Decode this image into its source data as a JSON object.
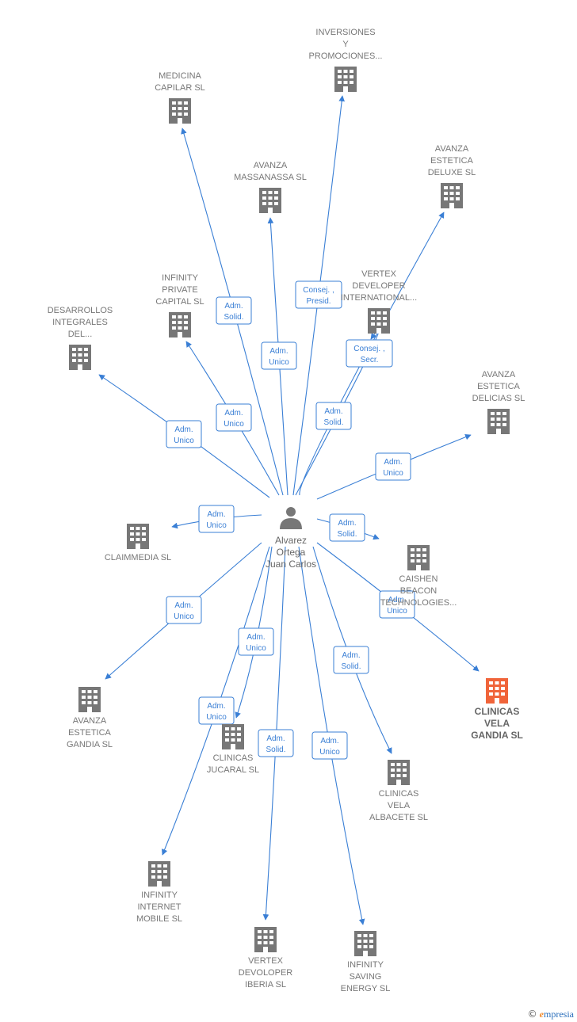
{
  "center": {
    "id": "person",
    "label": [
      "Alvarez",
      "Ortega",
      "Juan Carlos"
    ],
    "icon": "person-icon"
  },
  "nodes": [
    {
      "id": "inversiones",
      "label": [
        "INVERSIONES",
        "Y",
        "PROMOCIONES..."
      ],
      "highlight": false
    },
    {
      "id": "medicina",
      "label": [
        "MEDICINA",
        "CAPILAR  SL"
      ],
      "highlight": false
    },
    {
      "id": "avanza_massanassa",
      "label": [
        "AVANZA",
        "MASSANASSA SL"
      ],
      "highlight": false
    },
    {
      "id": "avanza_deluxe",
      "label": [
        "AVANZA",
        "ESTETICA",
        "DELUXE SL"
      ],
      "highlight": false
    },
    {
      "id": "infinity_private",
      "label": [
        "INFINITY",
        "PRIVATE",
        "CAPITAL  SL"
      ],
      "highlight": false
    },
    {
      "id": "vertex_intl",
      "label": [
        "VERTEX",
        "DEVELOPER",
        "INTERNATIONAL..."
      ],
      "highlight": false
    },
    {
      "id": "desarrollos",
      "label": [
        "DESARROLLOS",
        "INTEGRALES",
        "DEL..."
      ],
      "highlight": false
    },
    {
      "id": "avanza_delicias",
      "label": [
        "AVANZA",
        "ESTETICA",
        "DELICIAS SL"
      ],
      "highlight": false
    },
    {
      "id": "claimmedia",
      "label": [
        "CLAIMMEDIA SL"
      ],
      "highlight": false
    },
    {
      "id": "caishen",
      "label": [
        "CAISHEN",
        "BEACON",
        "TECHNOLOGIES..."
      ],
      "highlight": false
    },
    {
      "id": "avanza_gandia",
      "label": [
        "AVANZA",
        "ESTETICA",
        "GANDIA SL"
      ],
      "highlight": false
    },
    {
      "id": "clinicas_vela_gandia",
      "label": [
        "CLINICAS",
        "VELA",
        "GANDIA  SL"
      ],
      "highlight": true
    },
    {
      "id": "clinicas_jucaral",
      "label": [
        "CLINICAS",
        "JUCARAL  SL"
      ],
      "highlight": false
    },
    {
      "id": "clinicas_vela_albacete",
      "label": [
        "CLINICAS",
        "VELA",
        "ALBACETE  SL"
      ],
      "highlight": false
    },
    {
      "id": "infinity_internet",
      "label": [
        "INFINITY",
        "INTERNET",
        "MOBILE  SL"
      ],
      "highlight": false
    },
    {
      "id": "vertex_iberia",
      "label": [
        "VERTEX",
        "DEVOLOPER",
        "IBERIA  SL"
      ],
      "highlight": false
    },
    {
      "id": "infinity_saving",
      "label": [
        "INFINITY",
        "SAVING",
        "ENERGY  SL"
      ],
      "highlight": false
    }
  ],
  "edges": [
    {
      "to": "inversiones",
      "label": [
        "Consej. ,",
        "Presid."
      ]
    },
    {
      "to": "medicina",
      "label": [
        "Adm.",
        "Solid."
      ]
    },
    {
      "to": "avanza_massanassa",
      "label": [
        "Adm.",
        "Unico"
      ]
    },
    {
      "to": "avanza_deluxe",
      "label": [
        "Adm.",
        "Solid."
      ]
    },
    {
      "to": "infinity_private",
      "label": [
        "Adm.",
        "Unico"
      ]
    },
    {
      "to": "vertex_intl",
      "label": [
        "Consej. ,",
        "Secr."
      ]
    },
    {
      "to": "desarrollos",
      "label": [
        "Adm.",
        "Unico"
      ]
    },
    {
      "to": "avanza_delicias",
      "label": [
        "Adm.",
        "Unico"
      ]
    },
    {
      "to": "claimmedia",
      "label": [
        "Adm.",
        "Unico"
      ]
    },
    {
      "to": "caishen",
      "label": [
        "Adm.",
        "Solid."
      ]
    },
    {
      "to": "avanza_gandia",
      "label": [
        "Adm.",
        "Unico"
      ]
    },
    {
      "to": "clinicas_vela_gandia",
      "label": [
        "Adm.",
        "Unico"
      ]
    },
    {
      "to": "clinicas_jucaral",
      "label": [
        "Adm.",
        "Unico"
      ]
    },
    {
      "to": "clinicas_vela_albacete",
      "label": [
        "Adm.",
        "Solid."
      ]
    },
    {
      "to": "infinity_internet",
      "label": [
        "Adm.",
        "Unico"
      ]
    },
    {
      "to": "vertex_iberia",
      "label": [
        "Adm.",
        "Solid."
      ]
    },
    {
      "to": "infinity_saving",
      "label": [
        "Adm.",
        "Unico"
      ]
    }
  ],
  "colors": {
    "edge": "#3a7fd5",
    "building": "#777777",
    "building_highlight": "#f0643a"
  },
  "footer": {
    "copyright": "©",
    "brand_initial": "e",
    "brand_rest": "mpresia"
  }
}
